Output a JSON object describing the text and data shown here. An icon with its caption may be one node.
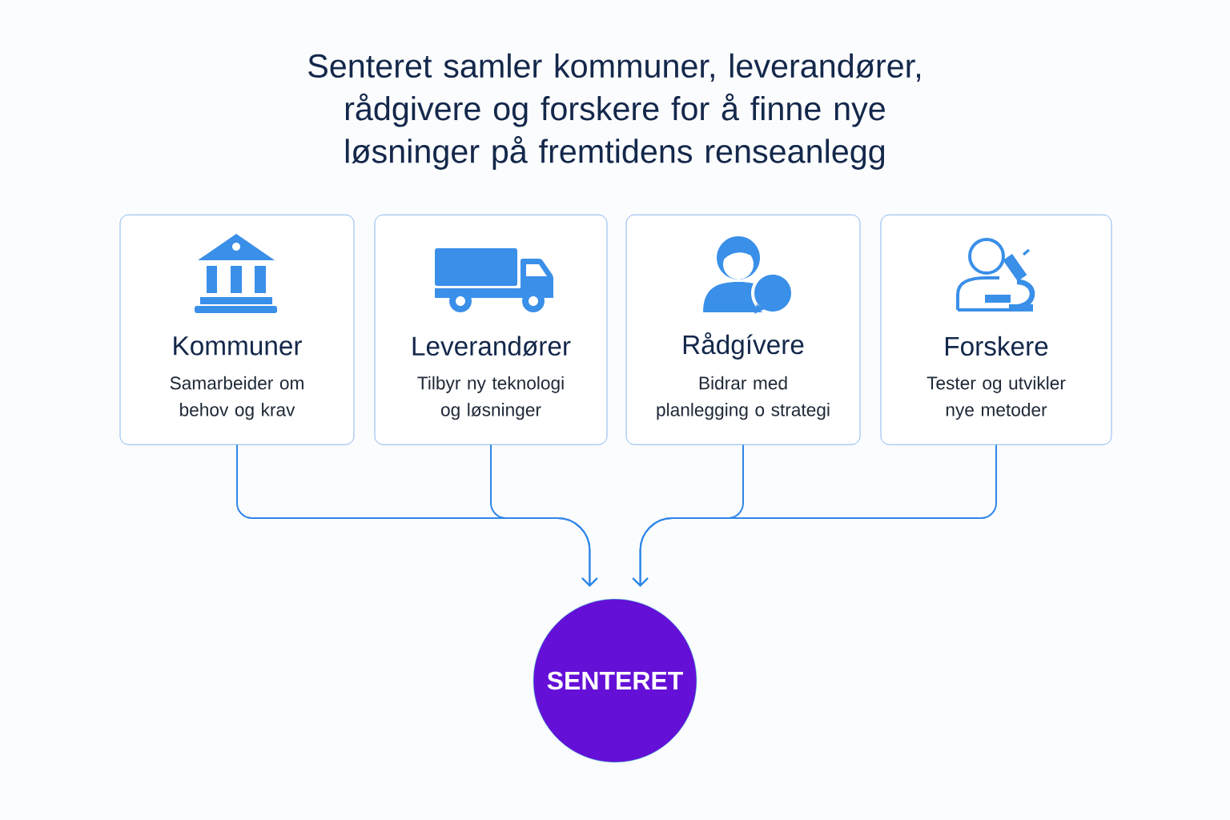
{
  "diagram": {
    "title": "Senteret samler kommuner, leverandører, rådgivere og forskere for å finne nye løsninger på fremtidens renseanlegg",
    "nodes": [
      {
        "text": [
          "Kommuner",
          "Samarbeider om behov og krav"
        ]
      },
      {
        "text": [
          "Leverandører",
          "Tilbyr ny teknologi og løsninger"
        ]
      },
      {
        "text": [
          "Rådgívere",
          "Bidrar med planlegging o strategi"
        ]
      },
      {
        "text": [
          "Forskere",
          "Tester og utvikler nye metoder"
        ]
      },
      {
        "text": [
          "SENTERET"
        ]
      }
    ],
    "edges": [
      {
        "from": 0,
        "to": 4,
        "arrow": "to"
      },
      {
        "from": 1,
        "to": 4,
        "arrow": "to"
      },
      {
        "from": 2,
        "to": 4,
        "arrow": "to"
      },
      {
        "from": 3,
        "to": 4,
        "arrow": "to"
      }
    ]
  }
}
